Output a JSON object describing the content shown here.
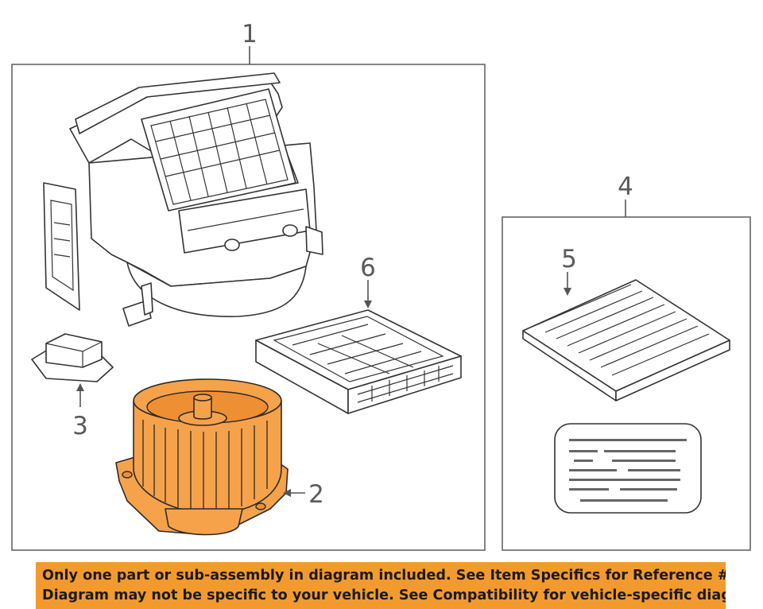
{
  "callouts": {
    "c1": "1",
    "c2": "2",
    "c3": "3",
    "c4": "4",
    "c5": "5",
    "c6": "6"
  },
  "disclaimer": {
    "line1": "Only one part or sub-assembly in diagram included. See Item Specifics for Reference #.",
    "line2": "Diagram may not be specific to your vehicle. See Compatibility for vehicle-specific diagrams."
  },
  "colors": {
    "highlight_part": "#f6a24a",
    "disclaimer_background": "#f39a2e"
  }
}
